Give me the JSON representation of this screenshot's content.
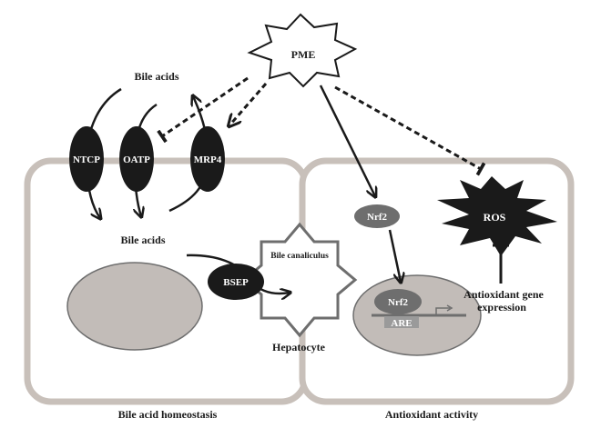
{
  "labels": {
    "pme": "PME",
    "bile_acids_top": "Bile acids",
    "bile_acids_mid": "Bile acids",
    "ntcp": "NTCP",
    "oatp": "OATP",
    "mrp4": "MRP4",
    "bsep": "BSEP",
    "bile_canaliculus": "Bile canaliculus",
    "hepatocyte": "Hepatocyte",
    "nrf2_cytoplasm": "Nrf2",
    "nrf2_nucleus": "Nrf2",
    "are": "ARE",
    "ros": "ROS",
    "antioxidant_gene_line1": "Antioxidant gene",
    "antioxidant_gene_line2": "expression",
    "bile_acid_homeostasis": "Bile acid homeostasis",
    "antioxidant_activity": "Antioxidant activity"
  },
  "colors": {
    "cell_border": "#c8c0ba",
    "nucleus_fill": "#c2bcb8",
    "transporter_fill": "#1a1a1a",
    "nrf2_fill": "#6e6e6e",
    "are_fill": "#9a9a9a"
  }
}
